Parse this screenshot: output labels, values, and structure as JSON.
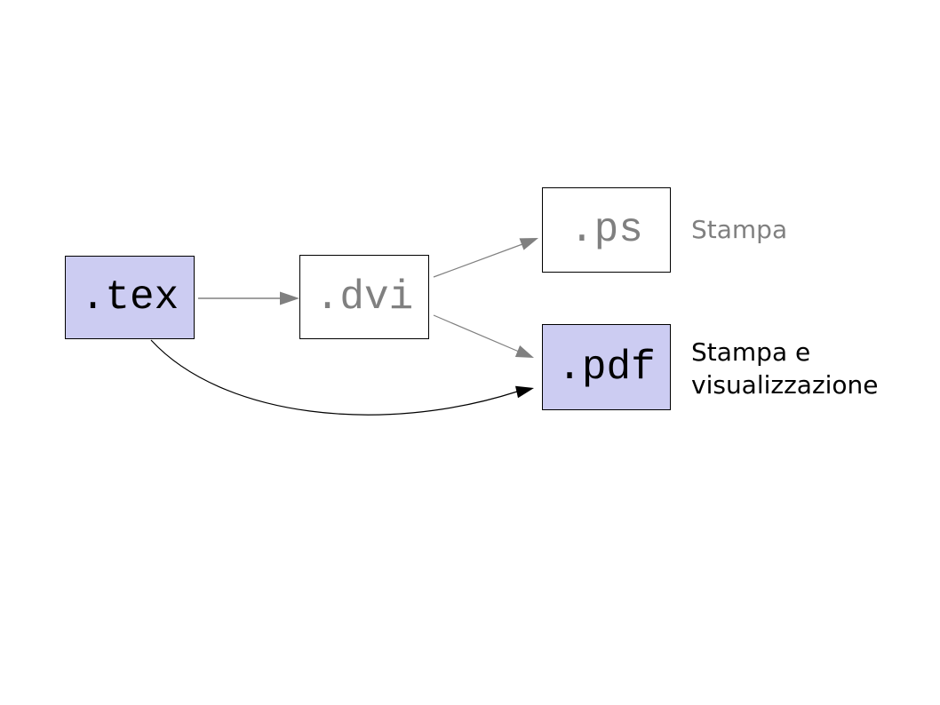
{
  "diagram": {
    "description": "LaTeX compilation workflow diagram",
    "colors": {
      "background": "#ffffff",
      "node_fill_accent": "#ccccf2",
      "node_fill_plain": "#ffffff",
      "node_border": "#000000",
      "node_text_black": "#000000",
      "node_text_gray": "#808080",
      "annotation_gray": "#808080",
      "annotation_black": "#000000",
      "arrow_gray": "#808080",
      "arrow_black": "#000000"
    },
    "nodes": [
      {
        "id": "tex",
        "label": ".tex"
      },
      {
        "id": "dvi",
        "label": ".dvi"
      },
      {
        "id": "ps",
        "label": ".ps"
      },
      {
        "id": "pdf",
        "label": ".pdf"
      }
    ],
    "annotations": [
      {
        "id": "stampa",
        "lines": [
          "Stampa"
        ]
      },
      {
        "id": "stampa-visualizzazione",
        "lines": [
          "Stampa e",
          "visualizzazione"
        ]
      }
    ],
    "edges": [
      {
        "from": "tex",
        "to": "dvi",
        "color": "#808080",
        "style": "straight"
      },
      {
        "from": "dvi",
        "to": "ps",
        "color": "#808080",
        "style": "straight"
      },
      {
        "from": "dvi",
        "to": "pdf",
        "color": "#808080",
        "style": "straight"
      },
      {
        "from": "tex",
        "to": "pdf",
        "color": "#000000",
        "style": "curved"
      }
    ]
  }
}
